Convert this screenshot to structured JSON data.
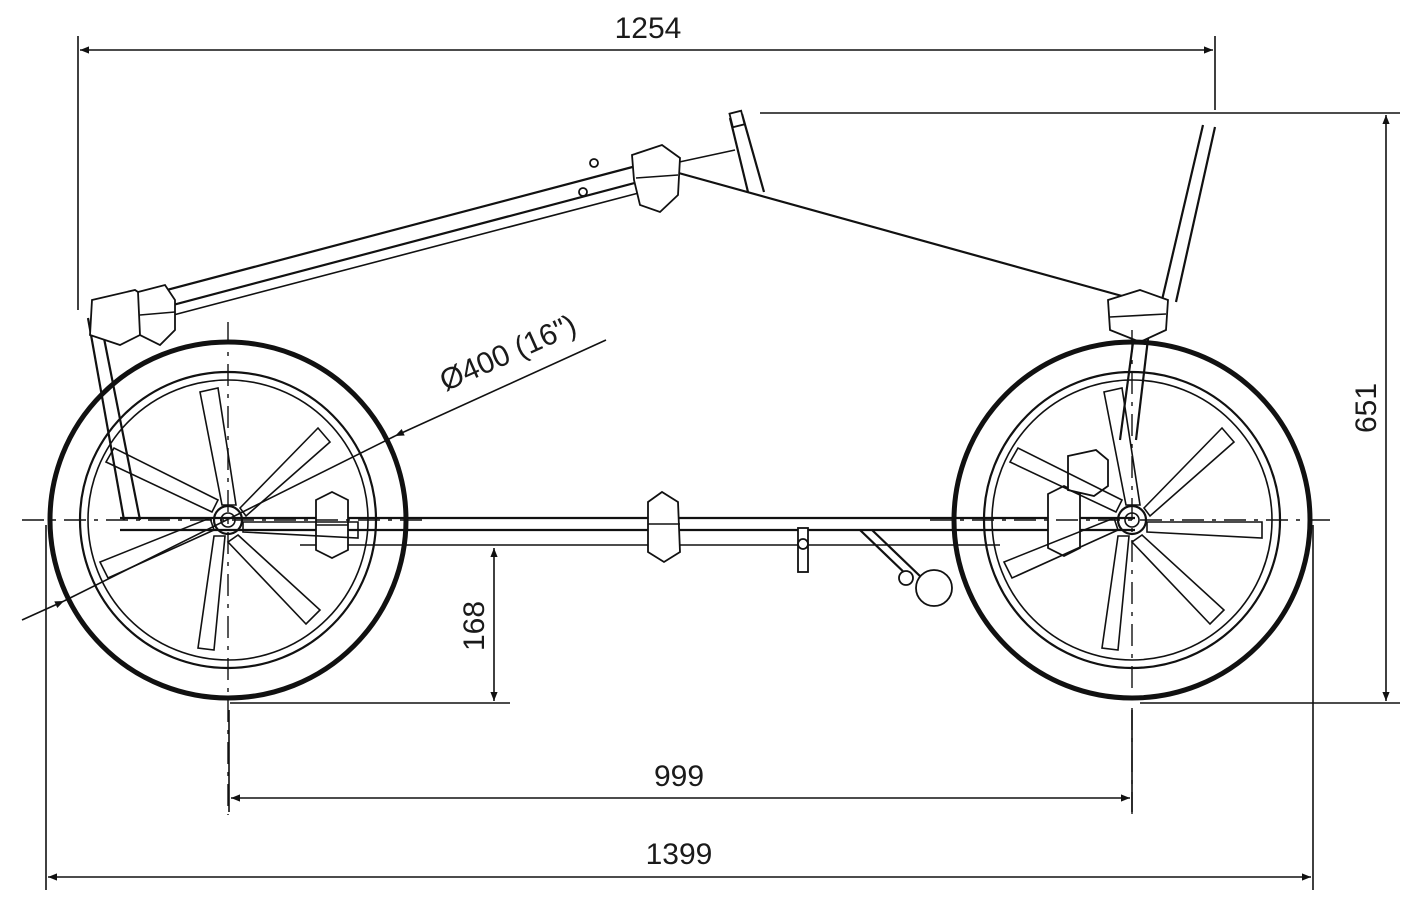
{
  "dimensions": {
    "overall_top_length": "1254",
    "wheel_diameter": "Ø400 (16\")",
    "total_height": "651",
    "ground_clearance": "168",
    "wheelbase": "999",
    "overall_length": "1399"
  },
  "colors": {
    "line": "#111111",
    "background": "#ffffff"
  },
  "icons": {
    "left_wheel": "wheel-icon",
    "right_wheel": "wheel-icon"
  }
}
